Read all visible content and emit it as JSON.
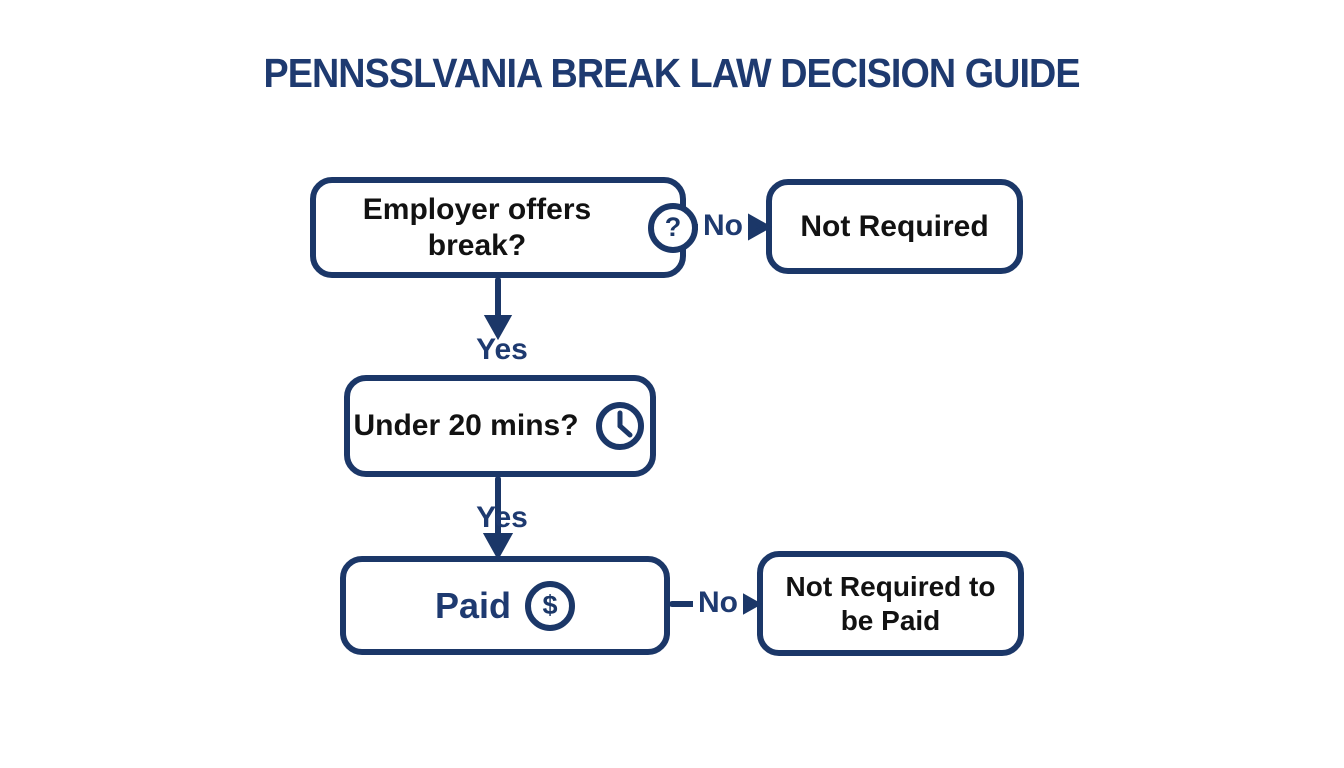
{
  "title": "PENNSSLVANIA BREAK LAW DECISION GUIDE",
  "colors": {
    "navy_border": "#1b3768",
    "navy_text": "#1e3a70",
    "node_text_black": "#121212",
    "background": "#ffffff"
  },
  "flowchart": {
    "nodes": {
      "q1": {
        "label": "Employer offers break?",
        "icon": "question-mark-icon",
        "icon_glyph": "?"
      },
      "not_required": {
        "label": "Not Required"
      },
      "q2": {
        "label": "Under 20 mins?",
        "icon": "clock-icon"
      },
      "paid": {
        "label": "Paid",
        "icon": "dollar-icon",
        "icon_glyph": "$"
      },
      "not_required_paid": {
        "label": "Not Required to be Paid"
      }
    },
    "edges": {
      "q1_no": "No",
      "q1_yes": "Yes",
      "q2_yes": "Yes",
      "paid_no": "No"
    }
  }
}
